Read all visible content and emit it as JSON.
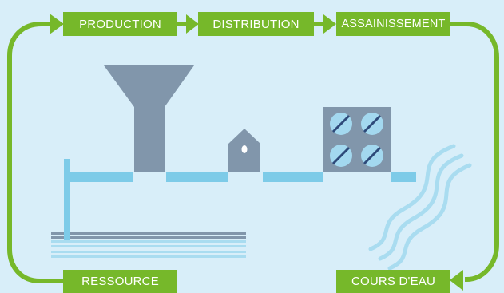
{
  "labels": {
    "production": "PRODUCTION",
    "distribution": "DISTRIBUTION",
    "assainissement": "ASSAINISSEMENT",
    "ressource": "RESSOURCE",
    "cours_eau": "COURS D'EAU"
  },
  "colors": {
    "background": "#d8eef9",
    "cycle_green": "#76b82a",
    "water_blue": "#7dcbe8",
    "water_light": "#a9dcf0",
    "structure_slate": "#8196ab",
    "filter_light": "#a3d8ef",
    "filter_dark": "#2e4a7a"
  },
  "icons": {
    "funnel": "production-funnel-icon",
    "house": "distribution-house-icon",
    "filters": "treatment-filter-grid-icon",
    "waves": "river-waves-icon",
    "layers": "aquifer-layers-icon"
  }
}
